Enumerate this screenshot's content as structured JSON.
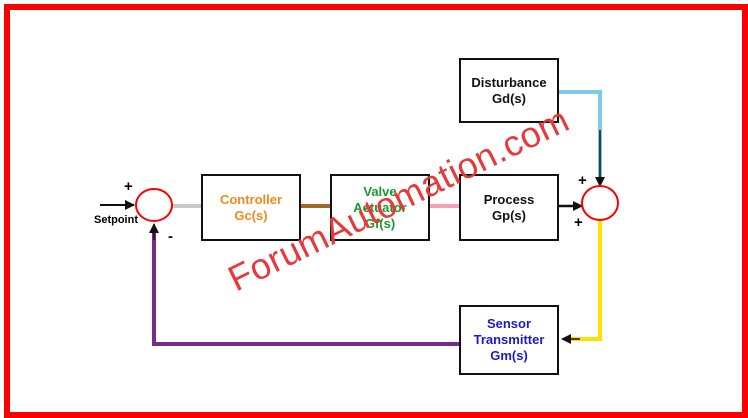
{
  "colors": {
    "border": "#ff0000",
    "controller_text": "#f28a1c",
    "valve_text": "#1a9a2c",
    "sensor_text": "#1a1ad0",
    "summing_circle": "#ff0000",
    "wire_setpoint_controller": "#c8c8c8",
    "wire_controller_valve": "#a0682a",
    "wire_valve_process": "#f2a2b8",
    "wire_disturbance": "#7ec8e8",
    "wire_output_sensor": "#ffe000",
    "wire_feedback": "#7a2a8a",
    "watermark": "#e8383a"
  },
  "diagram": {
    "setpoint_label": "Setpoint",
    "left_plus": "+",
    "left_minus": "-",
    "right_plus_top": "+",
    "right_plus_bottom": "+",
    "blocks": {
      "controller": {
        "line1": "Controller",
        "line2": "Gc(s)"
      },
      "valve": {
        "line1": "Valve",
        "line2": "Actuator",
        "line3": "Gf(s)"
      },
      "process": {
        "line1": "Process",
        "line2": "Gp(s)"
      },
      "disturbance": {
        "line1": "Disturbance",
        "line2": "Gd(s)"
      },
      "sensor": {
        "line1": "Sensor",
        "line2": "Transmitter",
        "line3": "Gm(s)"
      }
    }
  },
  "watermark": "ForumAutomation.com"
}
